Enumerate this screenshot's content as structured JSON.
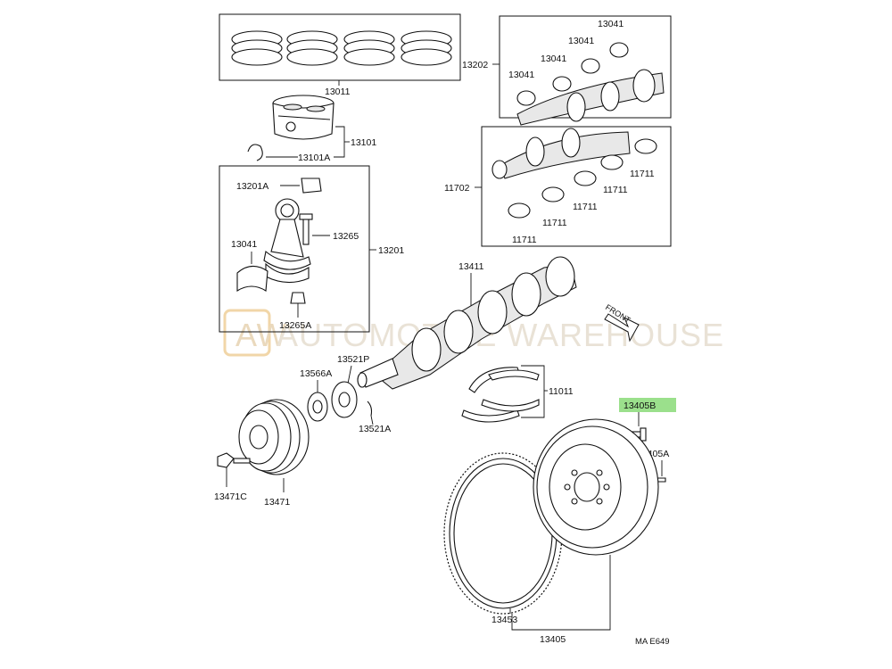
{
  "watermark": {
    "badge": "AW",
    "text": "AUTOMOTIVE WAREHOUSE"
  },
  "front_label": "FRONT",
  "diagram_code": "MA E649",
  "highlight_color": "#9be08c",
  "parts": {
    "p13011": "13011",
    "p13101": "13101",
    "p13101a": "13101A",
    "p13201a": "13201A",
    "p13265": "13265",
    "p13041_rod": "13041",
    "p13201": "13201",
    "p13265a": "13265A",
    "p13202": "13202",
    "p13041_a": "13041",
    "p13041_b": "13041",
    "p13041_c": "13041",
    "p13041_d": "13041",
    "p11702": "11702",
    "p11711_a": "11711",
    "p11711_b": "11711",
    "p11711_c": "11711",
    "p11711_d": "11711",
    "p11711_e": "11711",
    "p13411": "13411",
    "p13521p": "13521P",
    "p13566a": "13566A",
    "p13521a": "13521A",
    "p11011": "11011",
    "p13405b": "13405B",
    "p13405a": "13405A",
    "p13471c": "13471C",
    "p13471": "13471",
    "p13453": "13453",
    "p13405": "13405"
  }
}
